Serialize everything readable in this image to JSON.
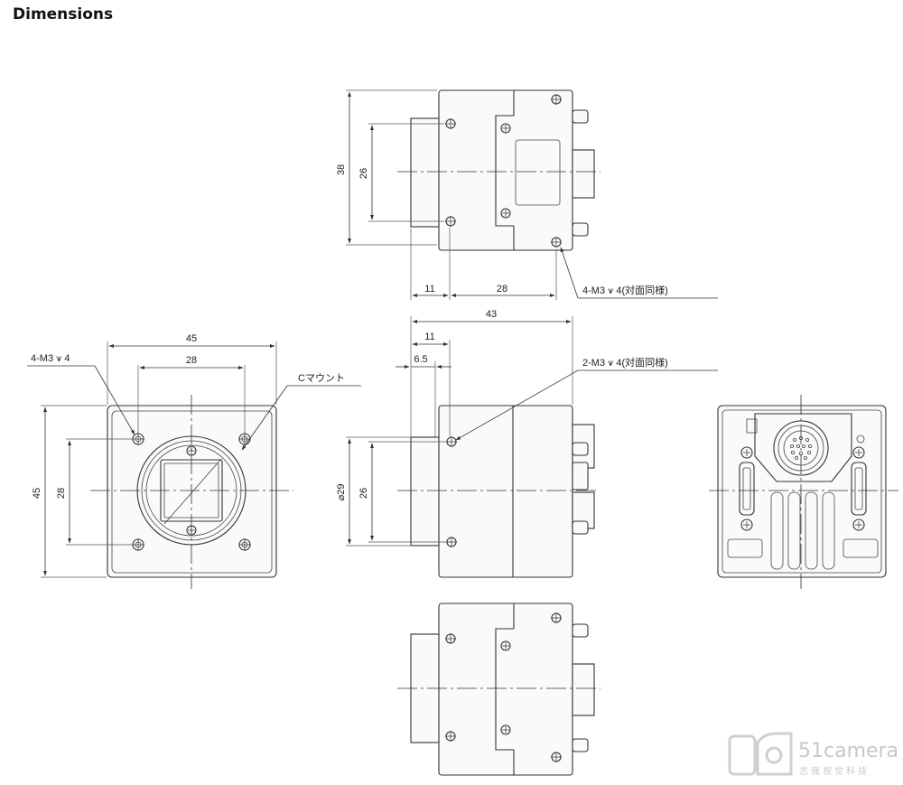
{
  "page": {
    "title": "Dimensions"
  },
  "views": {
    "top": {
      "dims": {
        "height": "38",
        "inner_height": "26",
        "front_offset": "11",
        "hole_spacing": "28",
        "callout": "4-M3 ⩛ 4(対面同様)"
      }
    },
    "front": {
      "dims": {
        "width": "45",
        "hole_spacing": "28",
        "height": "45",
        "inner_height": "28",
        "callout_holes": "4-M3 ⩛ 4",
        "callout_mount": "Cマウント"
      }
    },
    "side": {
      "dims": {
        "length": "43",
        "front_offset": "11",
        "mount_depth": "6.5",
        "mount_diameter": "⌀29",
        "inner_height": "26",
        "callout": "2-M3 ⩛ 4(対面同様)"
      }
    },
    "rear": {},
    "bottom": {}
  },
  "watermark": {
    "brand": "51camera",
    "subtitle": "志强视觉科技"
  }
}
